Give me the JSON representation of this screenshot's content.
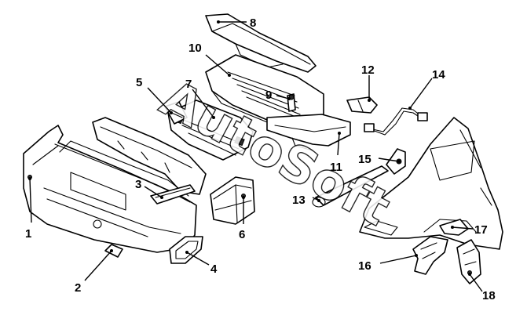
{
  "watermark": {
    "text": "AutoSoft"
  },
  "callouts": [
    "1",
    "2",
    "3",
    "4",
    "5",
    "6",
    "7",
    "8",
    "9",
    "10",
    "11",
    "12",
    "13",
    "14",
    "15",
    "16",
    "17",
    "18"
  ],
  "colors": {
    "line": "#000000",
    "background": "#ffffff"
  }
}
